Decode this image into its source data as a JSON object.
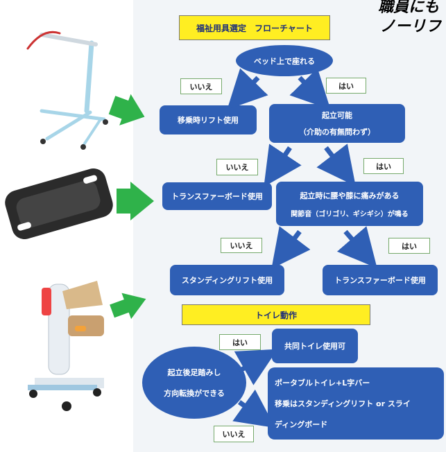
{
  "header_title": "福祉用具選定　フローチャート",
  "corner_text": {
    "line1": "職員にも",
    "line2": "ノーリフ"
  },
  "nodes": {
    "start": "ベッド上で座れる",
    "lift_use": "移乗時リフト使用",
    "can_stand": {
      "line1": "起立可能",
      "line2": "（介助の有無問わず）"
    },
    "transfer_board_left": "トランスファーボード使用",
    "pain_noise": {
      "line1": "起立時に腰や膝に痛みがある",
      "line2": "関節音（ゴリゴリ、ギシギシ）が鳴る"
    },
    "standing_lift": "スタンディングリフト使用",
    "transfer_board_right": "トランスファーボード使用",
    "toilet_header": "トイレ動作",
    "shared_toilet": "共同トイレ使用可",
    "step_turn": {
      "line1": "起立後足踏みし",
      "line2": "方向転換ができる"
    },
    "portable_toilet": {
      "line1": "ポータブルトイレ+L字バー",
      "line2": "移乗はスタンディングリフト or スライ",
      "line3": "ディングボード"
    }
  },
  "labels": {
    "no": "いいえ",
    "yes": "はい"
  },
  "colors": {
    "flow_blue": "#2f5fb5",
    "header_yellow": "#ffee22",
    "arrow_green": "#2fb24a",
    "tag_border": "#75a96a"
  },
  "icons": [
    "patient-lift-icon",
    "transfer-board-icon",
    "standing-lift-icon"
  ]
}
